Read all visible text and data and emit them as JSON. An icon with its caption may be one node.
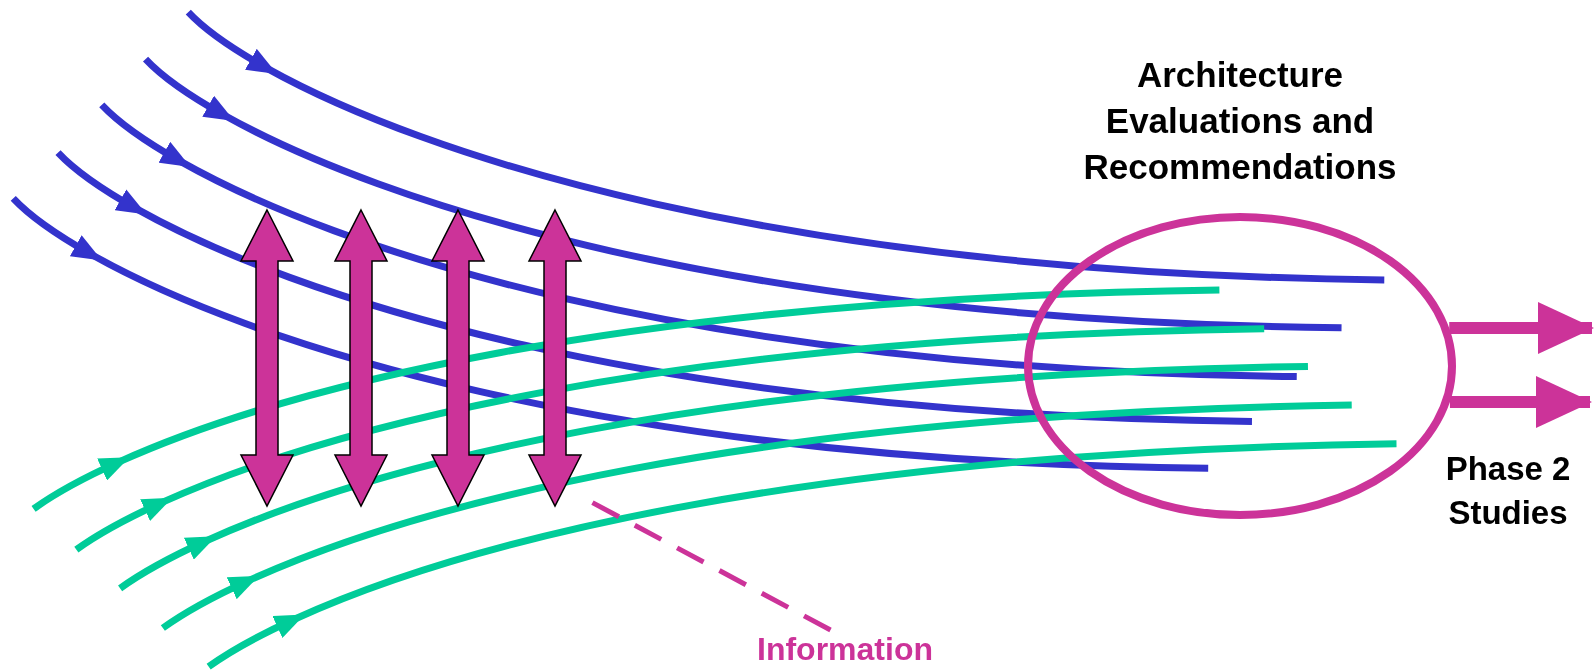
{
  "diagram": {
    "nodes": [
      {
        "text": [
          "Architecture Evaluations and Recommendations"
        ]
      },
      {
        "text": [],
        "shape": "arrow"
      },
      {
        "text": [],
        "shape": "arrow"
      },
      {
        "text": [],
        "shape": "arrow"
      },
      {
        "text": [],
        "shape": "arrow"
      },
      {
        "text": [
          "Information"
        ]
      }
    ],
    "edges": [
      {
        "from": 0,
        "to": null,
        "arrow": "to"
      },
      {
        "from": 0,
        "to": null,
        "arrow": "to"
      },
      {
        "from": 5,
        "to": 4,
        "arrow": "none",
        "style": "dashed"
      }
    ],
    "labels": [
      "Phase 2 Studies"
    ]
  }
}
